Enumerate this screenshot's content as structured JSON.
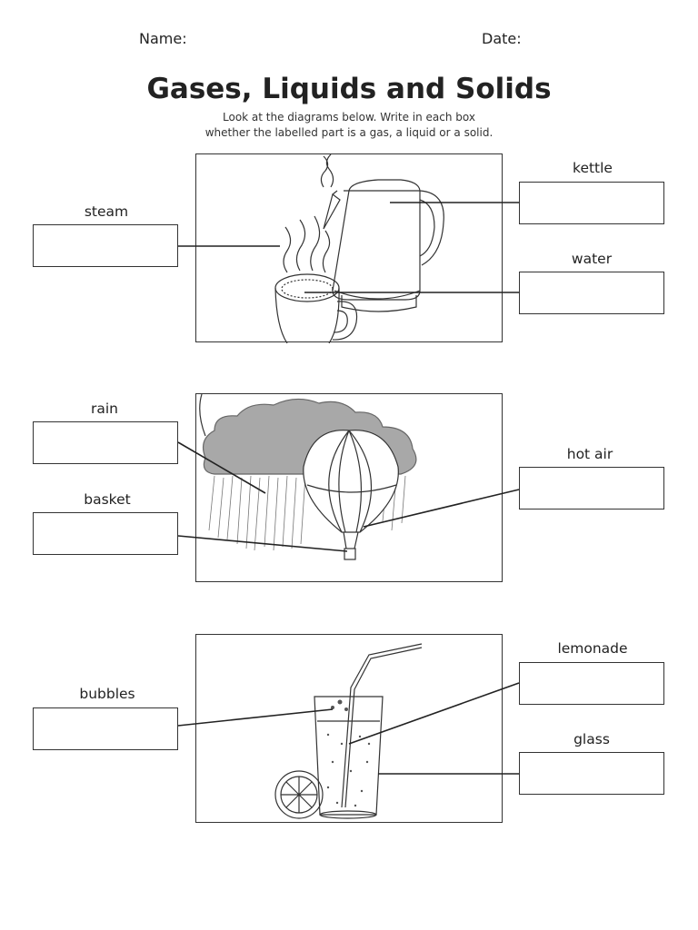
{
  "header": {
    "name_label": "Name:",
    "date_label": "Date:"
  },
  "title": "Gases, Liquids and Solids",
  "instructions": {
    "line1": "Look at the diagrams below. Write in each box",
    "line2": "whether the labelled part is a gas, a liquid or a solid."
  },
  "diagram1": {
    "labels": {
      "steam": "steam",
      "kettle": "kettle",
      "water": "water"
    },
    "answers": {
      "steam": "",
      "kettle": "",
      "water": ""
    }
  },
  "diagram2": {
    "labels": {
      "rain": "rain",
      "basket": "basket",
      "hot_air": "hot air"
    },
    "answers": {
      "rain": "",
      "basket": "",
      "hot_air": ""
    }
  },
  "diagram3": {
    "labels": {
      "bubbles": "bubbles",
      "lemonade": "lemonade",
      "glass": "glass"
    },
    "answers": {
      "bubbles": "",
      "lemonade": "",
      "glass": ""
    }
  },
  "colors": {
    "ink": "#222222",
    "line": "#333333",
    "cloud": "#9a9a9a"
  },
  "icons": [
    "kettle-illustration",
    "tea-cup-illustration",
    "cloud-rain-illustration",
    "hot-air-balloon-illustration",
    "lemonade-glass-illustration",
    "lemon-slice-illustration"
  ]
}
